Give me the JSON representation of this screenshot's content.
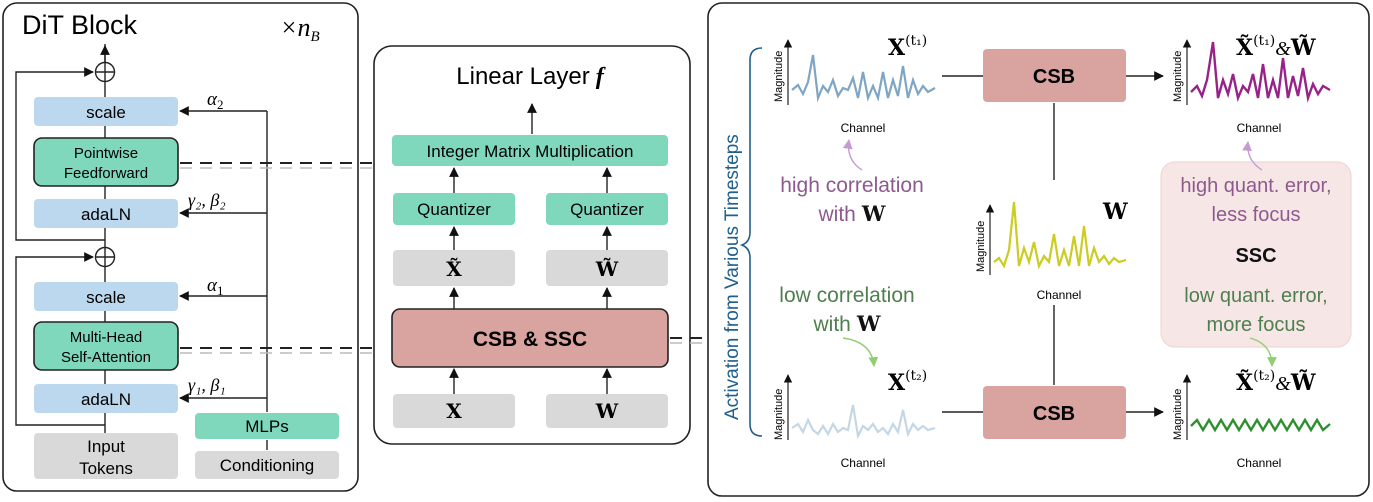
{
  "dit_block": {
    "title": "DiT Block",
    "repeat": "×n",
    "repeat_sub": "B",
    "scale_label": "scale",
    "pointwise_ff_line1": "Pointwise",
    "pointwise_ff_line2": "Feedforward",
    "adaln_label": "adaLN",
    "mhsa_line1": "Multi-Head",
    "mhsa_line2": "Self-Attention",
    "input_line1": "Input",
    "input_line2": "Tokens",
    "mlps_label": "MLPs",
    "conditioning_label": "Conditioning",
    "alpha2": "α",
    "alpha2_sub": "2",
    "alpha1": "α",
    "alpha1_sub": "1",
    "gb2": "γ₂, β₂",
    "gb1": "γ₁, β₁"
  },
  "linear_layer": {
    "title": "Linear Layer",
    "title_symbol": "f",
    "int_matmul": "Integer Matrix Multiplication",
    "quantizer": "Quantizer",
    "x_tilde": "X̃",
    "w_tilde": "W̃",
    "csb_ssc": "CSB & SSC",
    "x": "X",
    "w": "W"
  },
  "activation_panel": {
    "side_label": "Activation from Various Timesteps",
    "magnitude": "Magnitude",
    "channel": "Channel",
    "x_t1": "X",
    "t1_sup": "(t₁)",
    "x_t2": "X",
    "t2_sup": "(t₂)",
    "w_label": "W",
    "csb": "CSB",
    "out_top": "X̃",
    "out_top_sup": "(t₁)",
    "out_bottom": "X̃",
    "out_bottom_sup": "(t₂)",
    "amp": "&",
    "w_tilde": "W̃",
    "high_corr_line1": "high correlation",
    "high_corr_line2": "with",
    "low_corr_line1": "low correlation",
    "low_corr_line2": "with",
    "high_qerr_line1": "high quant. error,",
    "high_qerr_line2": "less focus",
    "ssc": "SSC",
    "low_qerr_line1": "low quant. error,",
    "low_qerr_line2": "more focus"
  },
  "colors": {
    "blue_box": "#bcd8ee",
    "green_box": "#7fd8bb",
    "gray_box": "#d9d9d9",
    "csb_box": "#d9a3a0",
    "ssc_box": "#f6e6e6",
    "panel_label": "#1f5f8b",
    "high_corr": "#8e5a8e",
    "low_corr": "#4f7f4f",
    "wave_x1": "#7ea6c4",
    "wave_x2": "#c3d7e6",
    "wave_w": "#cccc22",
    "wave_top_out": "#992288",
    "wave_bottom_out": "#2f8f2f"
  }
}
